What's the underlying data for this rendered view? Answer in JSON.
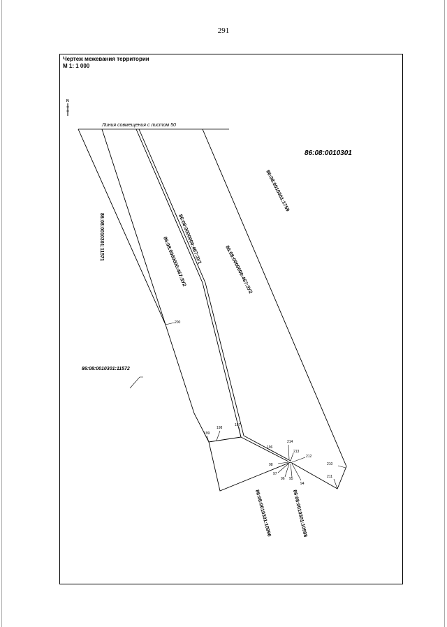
{
  "page_number": "291",
  "title_line1": "Чертеж межевания территории",
  "title_line2": "М 1: 1 000",
  "north_arrow_label": "N",
  "combination_line_label": "Линия совмещения с листом 50",
  "quarter_label": "86:08:0010301",
  "parcels": {
    "p11571": "86:08:0010301:11571",
    "p11572": "86:08:0010301:11572",
    "p1759": "86:08:0010301:1759",
    "zu1": "86:08:0000000:467:ЗУ1",
    "zu2_left": "86:08:0000000:467:ЗУ2",
    "zu2_right": "86:08:0000000:467:ЗУ2",
    "p10996": "86:08:0010301:10996",
    "p10998": "86:08:0010301:10998"
  },
  "points": {
    "p200": "200",
    "p199": "199",
    "p198": "198",
    "p197": "197",
    "p196": "196",
    "p214": "214",
    "p213": "213",
    "p212": "212",
    "p98": "98",
    "p97": "97",
    "p96": "96",
    "p95": "95",
    "p94": "94",
    "p210": "210",
    "p211": "211"
  }
}
